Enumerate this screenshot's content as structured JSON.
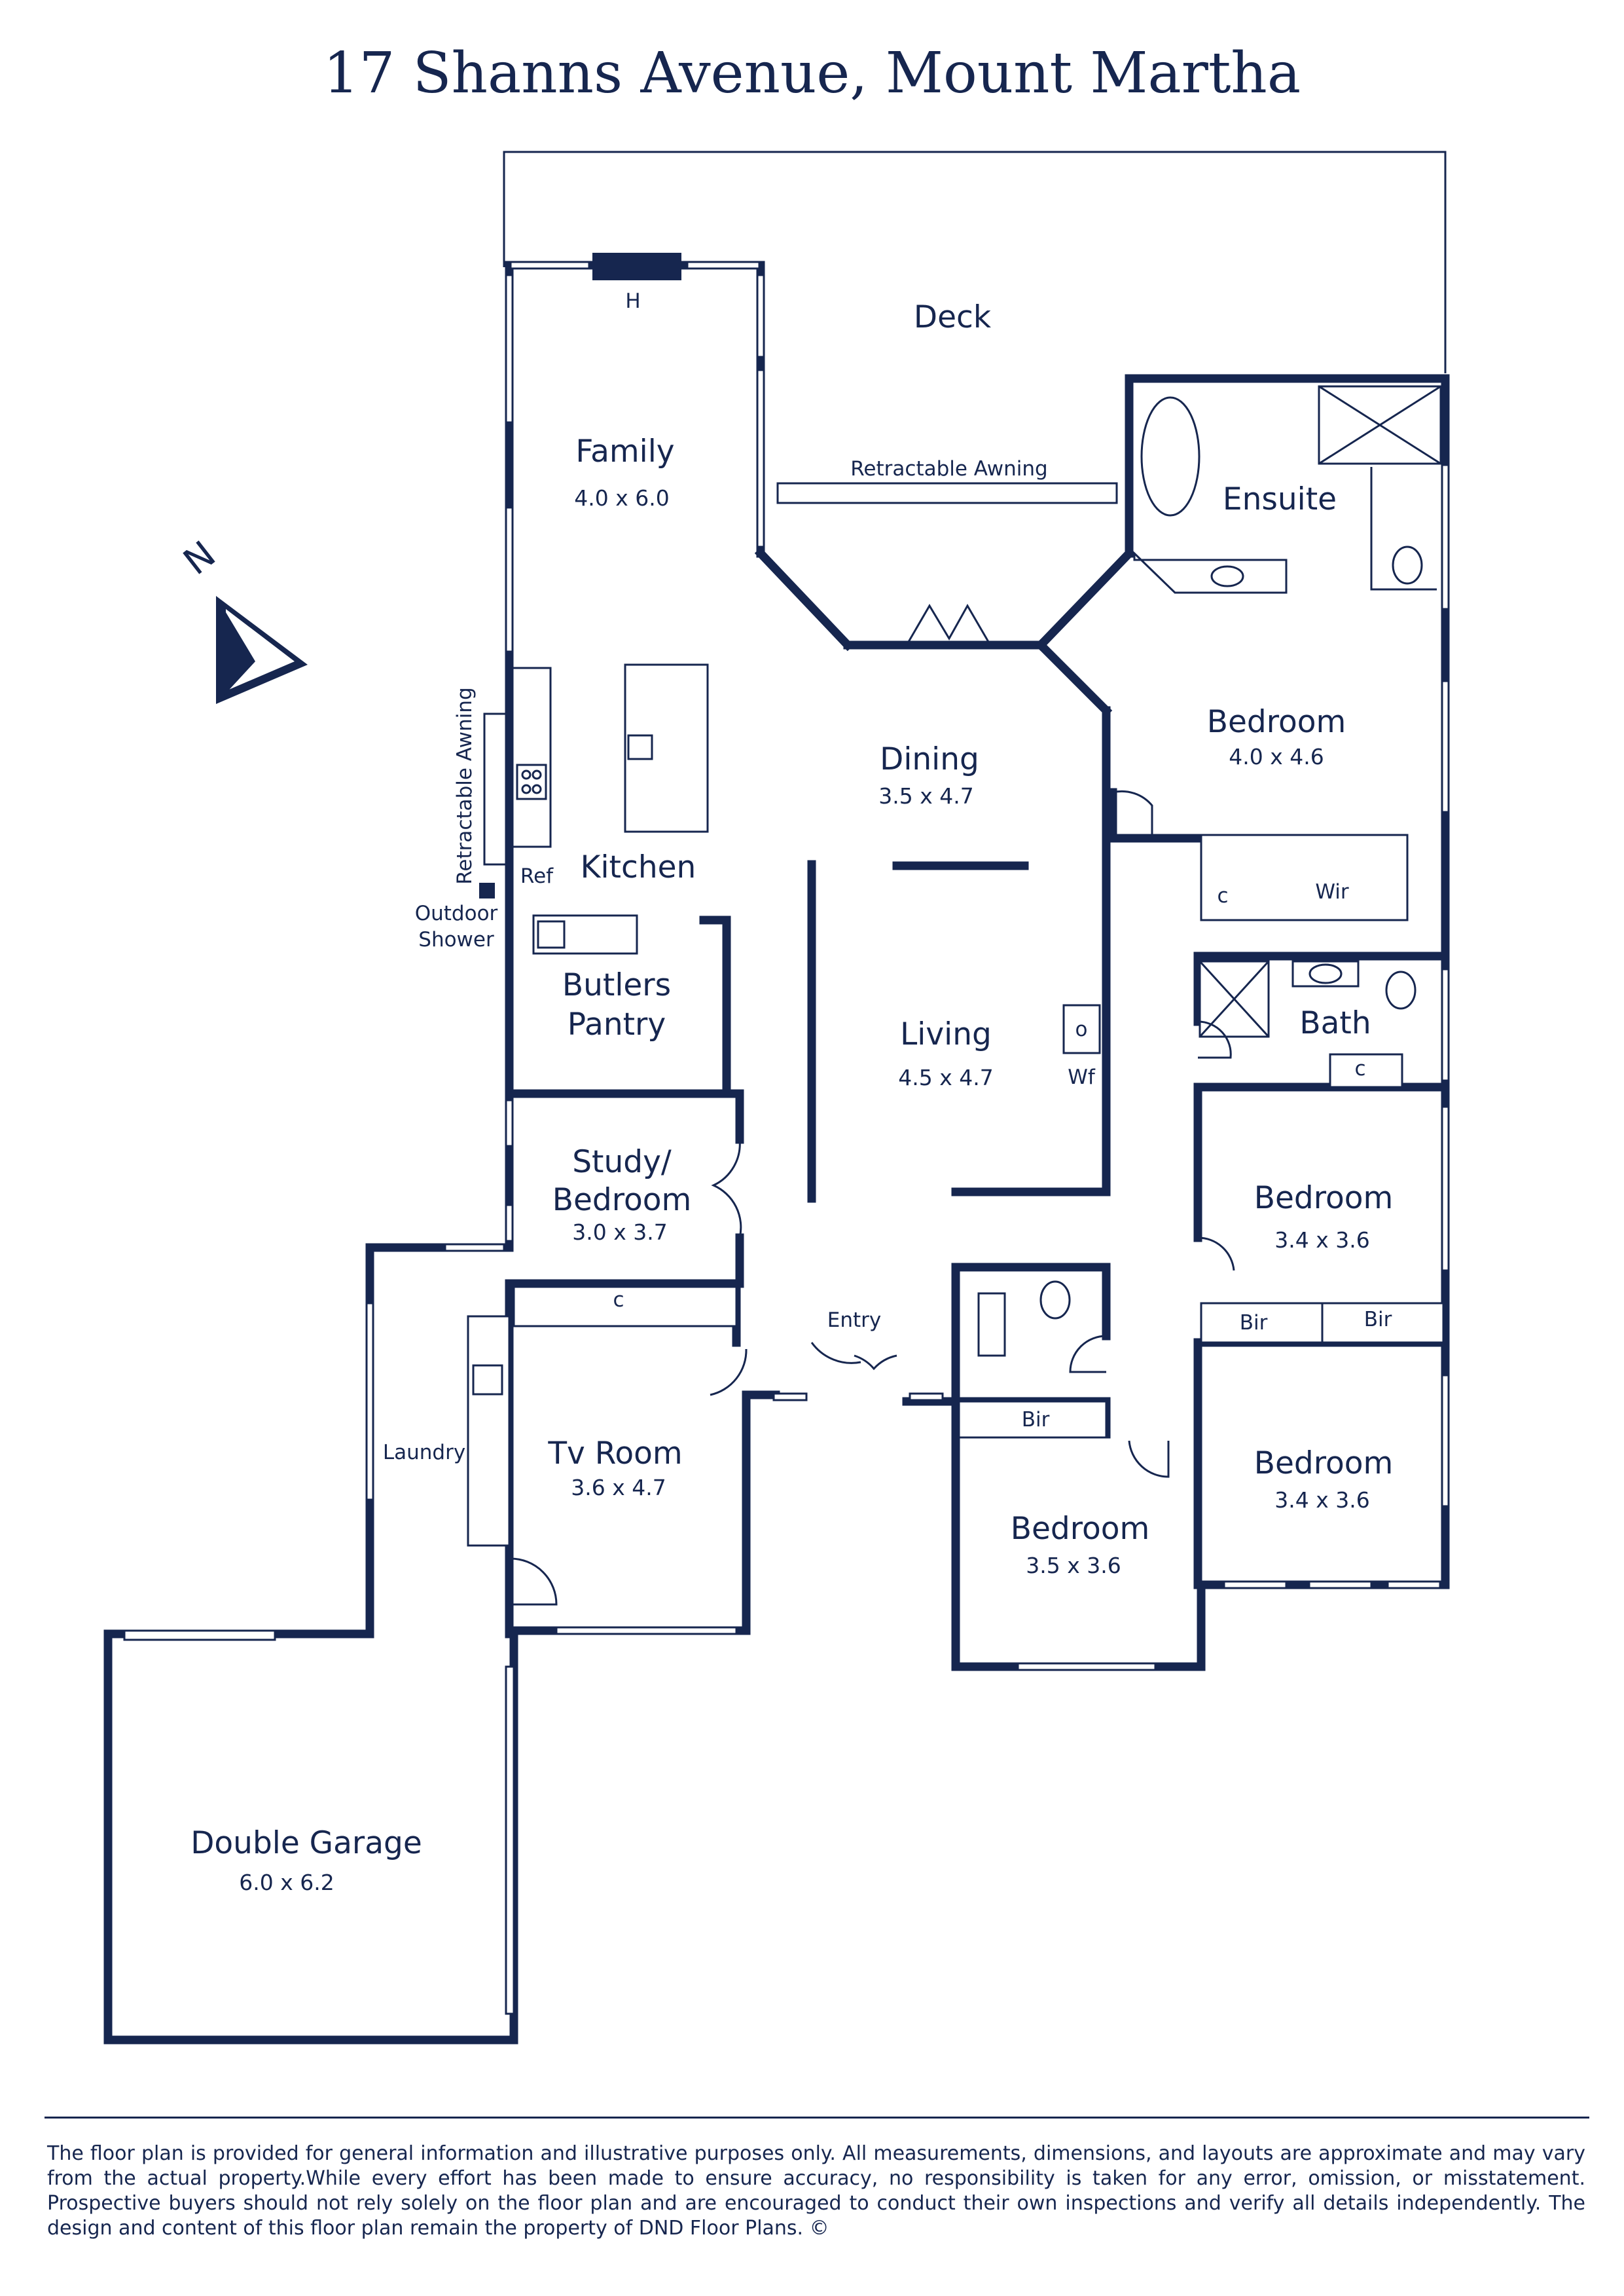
{
  "title": "17 Shanns Avenue, Mount Martha",
  "disclaimer": "The floor plan is provided for general information and illustrative purposes only. All measurements, dimensions, and layouts are approximate and may vary from the actual property.While every effort has been made to ensure accuracy, no responsibility is taken for any error, omission, or misstatement. Prospective buyers should not rely solely on the floor plan and are encouraged to conduct their own inspections and verify all details independently. The design and content of this floor plan remain the property of DND Floor Plans. ©",
  "compass": {
    "label": "N"
  },
  "rooms": {
    "deck": {
      "name": "Deck"
    },
    "family": {
      "name": "Family",
      "size": "4.0 x 6.0"
    },
    "dining": {
      "name": "Dining",
      "size": "3.5 x 4.7"
    },
    "kitchen": {
      "name": "Kitchen"
    },
    "butlers": {
      "line1": "Butlers",
      "line2": "Pantry"
    },
    "living": {
      "name": "Living",
      "size": "4.5 x 4.7"
    },
    "study": {
      "line1": "Study/",
      "line2": "Bedroom",
      "size": "3.0 x 3.7"
    },
    "tv": {
      "name": "Tv Room",
      "size": "3.6 x 4.7"
    },
    "laundry": {
      "name": "Laundry"
    },
    "garage": {
      "name": "Double Garage",
      "size": "6.0 x 6.2"
    },
    "ensuite": {
      "name": "Ensuite"
    },
    "master": {
      "name": "Bedroom",
      "size": "4.0 x 4.6"
    },
    "wir": {
      "name": "Wir"
    },
    "bath": {
      "name": "Bath"
    },
    "bed2": {
      "name": "Bedroom",
      "size": "3.4 x 3.6"
    },
    "bed3": {
      "name": "Bedroom",
      "size": "3.4 x 3.6"
    },
    "bed4": {
      "name": "Bedroom",
      "size": "3.5 x 3.6"
    },
    "entry": {
      "name": "Entry"
    }
  },
  "labels": {
    "hearth": "H",
    "awning_top": "Retractable Awning",
    "awning_side": "Retractable Awning",
    "ref": "Ref",
    "outdoor_shower_1": "Outdoor",
    "outdoor_shower_2": "Shower",
    "wf": "Wf",
    "wf_symbol": "o",
    "cupboard": "c",
    "bir": "Bir"
  }
}
